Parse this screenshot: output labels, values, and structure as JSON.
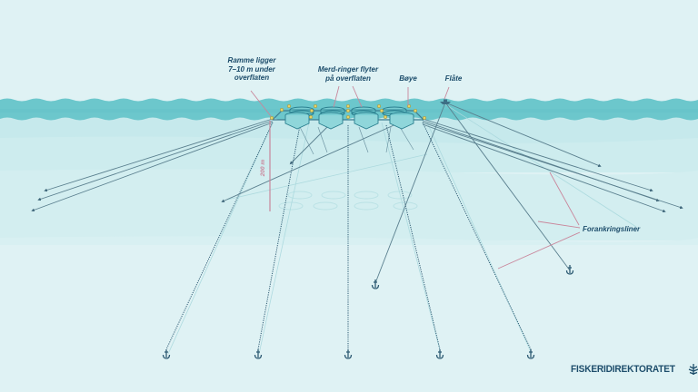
{
  "diagram": {
    "language": "Norwegian",
    "labels": {
      "frame": "Ramme ligger\n7–10 m under\noverflaten",
      "frame_lines": [
        "Ramme ligger",
        "7–10 m under",
        "overflaten"
      ],
      "rings_lines": [
        "Merd-ringer flyter",
        "på overflaten"
      ],
      "buoy": "Bøye",
      "raft": "Flåte",
      "mooring_lines": "Forankringsliner",
      "depth": "200 m"
    },
    "elements": {
      "cage_count": 8,
      "anchors_bottom": 5,
      "anchors_mid": 2
    },
    "colors": {
      "background": "#dff2f4",
      "surface_band": "#6cc7cc",
      "surface_band_dark": "#5bbcc2",
      "water_upper": "#c6e9ec",
      "water_mid": "#d3eef0",
      "line": "#5a7f8e",
      "dotted_line": "#2f5c74",
      "pointer": "#c9869b",
      "text": "#1d4d6b",
      "anchor": "#2f5c74",
      "buoy": "#e6d36a"
    }
  },
  "brand": {
    "name": "FISKERIDIREKTORATET"
  }
}
